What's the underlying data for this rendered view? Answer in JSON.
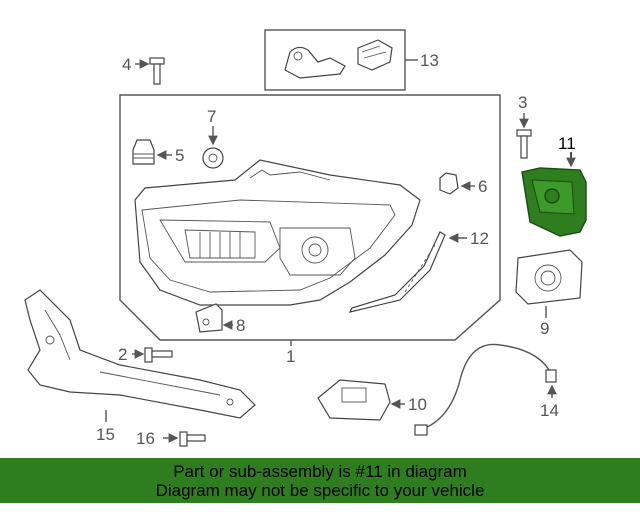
{
  "banner": {
    "line1": "Part or sub-assembly is #11 in diagram",
    "line2": "Diagram may not be specific to your vehicle",
    "color": "#2e7d1f"
  },
  "highlight_color": "#2e7d1f",
  "callouts": {
    "c1": "1",
    "c2": "2",
    "c3": "3",
    "c4": "4",
    "c5": "5",
    "c6": "6",
    "c7": "7",
    "c8": "8",
    "c9": "9",
    "c10": "10",
    "c11": "11",
    "c12": "12",
    "c13": "13",
    "c14": "14",
    "c15": "15",
    "c16": "16"
  }
}
